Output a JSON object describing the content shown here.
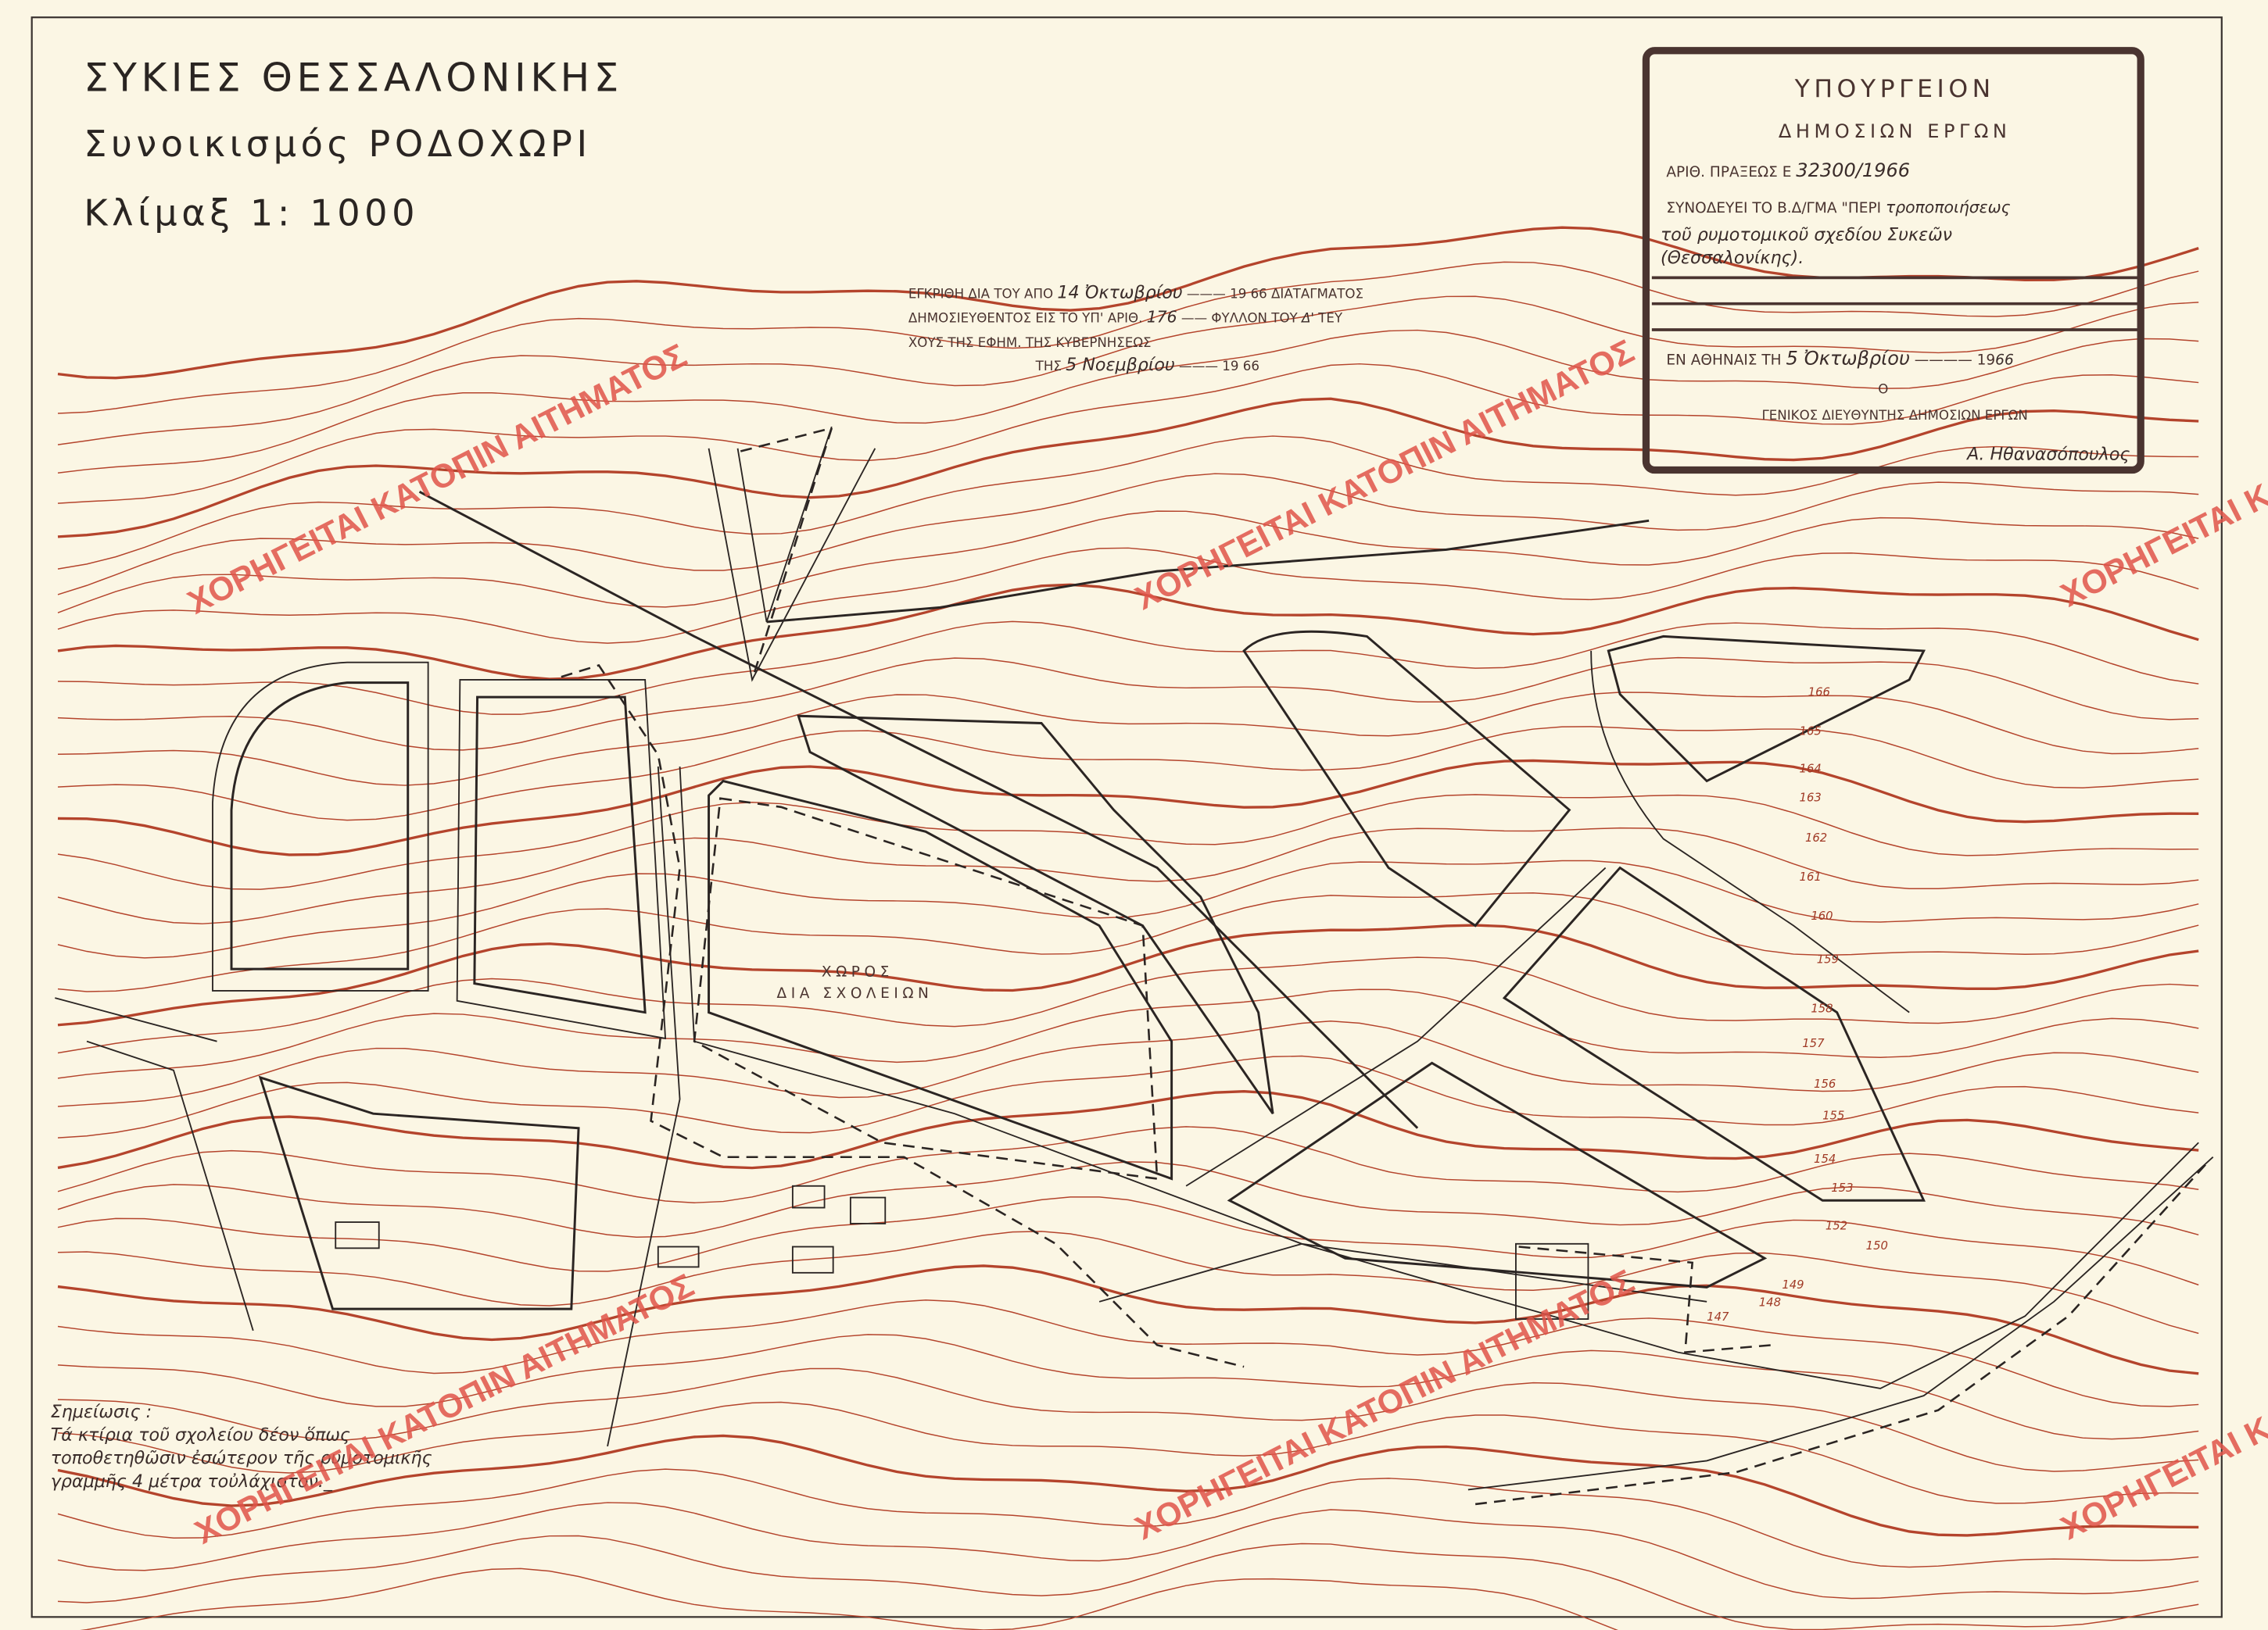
{
  "title": {
    "line1": "ΣΥΚΙΕΣ  ΘΕΣΣΑΛΟΝΙΚΗΣ",
    "line2": "Συνοικισμός  ΡΟΔΟΧΩΡΙ",
    "line3": "Κλίμαξ   1: 1000"
  },
  "ministry_stamp": {
    "line1": "ΥΠΟΥΡΓΕΙΟΝ",
    "line2": "ΔΗΜΟΣΙΩΝ ΕΡΓΩΝ",
    "act_label": "ΑΡΙΘ. ΠΡΑΞΕΩΣ Ε",
    "act_value": "32300/1966",
    "accompanies_label": "ΣΥΝΟΔΕΥΕΙ ΤΟ Β.Δ/ΓΜΑ \"ΠΕΡΙ",
    "accompanies_value1": "τροποποιήσεως",
    "accompanies_value2": "τοῦ ρυμοτομικοῦ σχεδίου Συκεῶν",
    "accompanies_value3": "(Θεσσαλονίκης).",
    "date_label": "ΕΝ ΑΘΗΝΑΙΣ ΤΗ",
    "date_value": "5 Ὀκτωβρίου",
    "date_year_prefix": "19",
    "date_year": "66",
    "article": "Ο",
    "signatory_title": "ΓΕΝΙΚΟΣ ΔΙΕΥΘΥΝΤΗΣ ΔΗΜΟΣΙΩΝ ΕΡΓΩΝ",
    "signature": "Α. Ηθανασόπουλος"
  },
  "approval_stamp": {
    "line1_label": "ΕΓΚΡΙΘΗ ΔΙΑ ΤΟΥ ΑΠΟ",
    "line1_value": "14 Ὀκτωβρίου",
    "line1_year": "19 66",
    "line1_suffix": "ΔΙΑΤΑΓΜΑΤΟΣ",
    "line2_label": "ΔΗΜΟΣΙΕΥΘΕΝΤΟΣ ΕΙΣ ΤΟ ΥΠ' ΑΡΙΘ.",
    "line2_value": "176",
    "line2_suffix": "ΦΥΛΛΟΝ ΤΟΥ",
    "line2_issue": "Δ'",
    "line2_end": "ΤΕΥ",
    "line3": "ΧΟΥΣ ΤΗΣ ΕΦΗΜ. ΤΗΣ ΚΥΒΕΡΝΗΣΕΩΣ",
    "line4_label": "ΤΗΣ",
    "line4_value": "5 Νοεμβρίου",
    "line4_year": "19 66"
  },
  "map_labels": {
    "school_area_line1": "ΧΩΡΟΣ",
    "school_area_line2": "ΔΙΑ ΣΧΟΛΕΙΩΝ"
  },
  "contour_labels": [
    "166",
    "165",
    "164",
    "163",
    "162",
    "161",
    "160",
    "159",
    "158",
    "157",
    "156",
    "155",
    "154",
    "153",
    "152",
    "150",
    "149",
    "148",
    "147"
  ],
  "notes": {
    "heading": "Σημείωσις :",
    "line1": "Τά κτίρια τοῦ σχολείου δέον ὅπως",
    "line2": "τοποθετηθῶσιν ἐσώτερον τῆς ρυμοτομικῆς",
    "line3": "γραμμῆς   4   μέτρα  τοὐλάχιστον._"
  },
  "watermark": "ΧΟΡΗΓΕΙΤΑΙ ΚΑΤΟΠΙΝ ΑΙΤΗΜΑΤΟΣ",
  "colors": {
    "paper": "#fbf6e4",
    "contour": "#b4442c",
    "ink": "#2b2523",
    "watermark": "#e0554a"
  }
}
